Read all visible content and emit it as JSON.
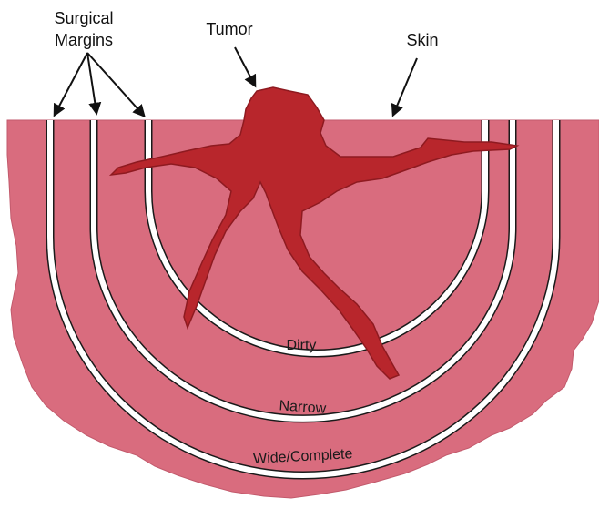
{
  "labels": {
    "surgical_margins_line1": "Surgical",
    "surgical_margins_line2": "Margins",
    "tumor": "Tumor",
    "skin": "Skin",
    "margin_dirty": "Dirty",
    "margin_narrow": "Narrow",
    "margin_wide": "Wide/Complete"
  },
  "colors": {
    "tissue": "#d96c7e",
    "tissue_edge": "#c25a6c",
    "tumor": "#b8262c",
    "tumor_edge": "#8e1a20",
    "margin_line": "#ffffff",
    "margin_outline": "#1a1a1a",
    "arrow": "#111111"
  }
}
